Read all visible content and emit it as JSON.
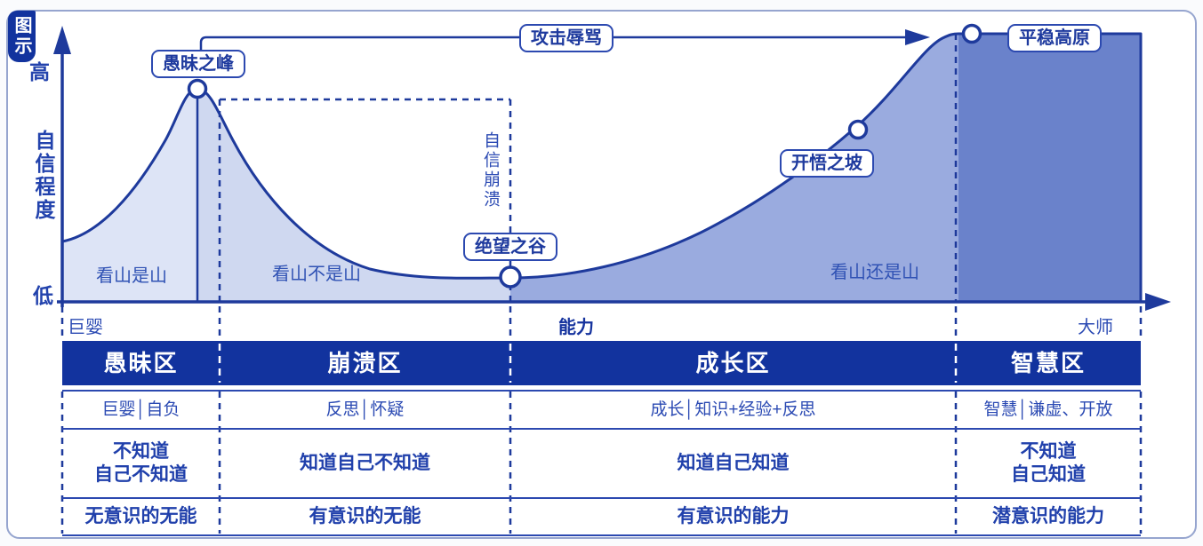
{
  "legend_badge": "图示",
  "axes": {
    "y_high": "高",
    "y_low": "低",
    "y_title": "自信程度",
    "x_left": "巨婴",
    "x_center": "能力",
    "x_right": "大师"
  },
  "curve": {
    "peak_label": "愚昧之峰",
    "attack_label": "攻击辱骂",
    "plateau_label": "平稳高原",
    "valley_label": "绝望之谷",
    "slope_label": "开悟之坡",
    "collapse_label": "自信崩溃",
    "stage_texts": [
      "看山是山",
      "看山不是山",
      "看山还是山"
    ]
  },
  "colors": {
    "line_navy": "#1e3a9c",
    "header_blue": "#12339e",
    "fill_zone1": "#dde4f6",
    "fill_zone2": "#cfd8f0",
    "fill_zone3": "#9aabdf",
    "fill_zone4": "#6a82cb"
  },
  "table": {
    "zones": [
      {
        "name": "愚昧区",
        "traits": "巨婴│自负",
        "knowledge": "不知道\n自己不知道",
        "competence": "无意识的无能"
      },
      {
        "name": "崩溃区",
        "traits": "反思│怀疑",
        "knowledge": "知道自己不知道",
        "competence": "有意识的无能"
      },
      {
        "name": "成长区",
        "traits": "成长│知识+经验+反思",
        "knowledge": "知道自己知道",
        "competence": "有意识的能力"
      },
      {
        "name": "智慧区",
        "traits": "智慧│谦虚、开放",
        "knowledge": "不知道\n自己知道",
        "competence": "潜意识的能力"
      }
    ]
  }
}
